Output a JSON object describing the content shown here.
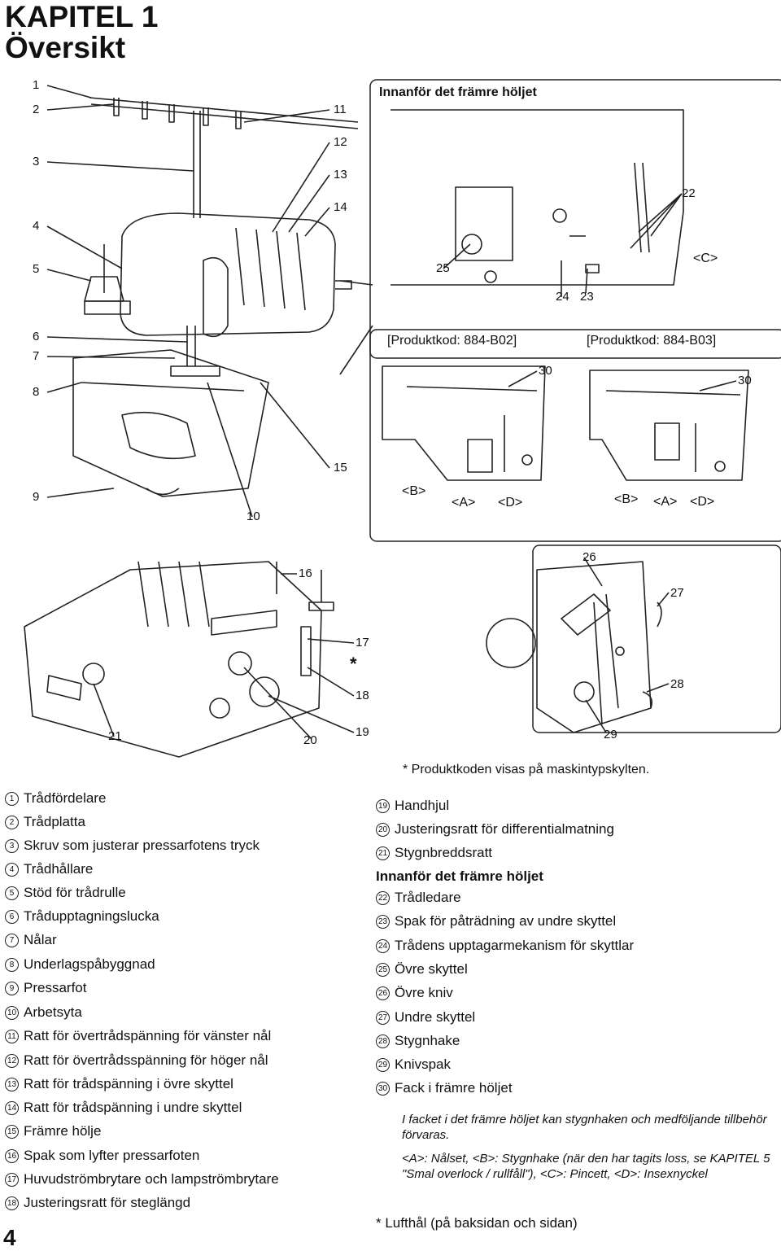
{
  "header": {
    "chapter": "KAPITEL 1",
    "title": "Översikt"
  },
  "page_number": "4",
  "diagram": {
    "callouts_left_column": [
      "1",
      "2",
      "3",
      "4",
      "5",
      "6",
      "7",
      "8",
      "9"
    ],
    "callouts_main": [
      "10",
      "11",
      "12",
      "13",
      "14",
      "15"
    ],
    "callouts_lower": [
      "16",
      "17",
      "18",
      "19",
      "20",
      "21"
    ],
    "asterisk": "*",
    "front_cover_title": "Innanför det främre höljet",
    "front_cover_callouts": [
      "22",
      "23",
      "24",
      "25"
    ],
    "label_c": "<C>",
    "product_b02": "[Produktkod: 884-B02]",
    "product_b03": "[Produktkod: 884-B03]",
    "callout_30": "30",
    "b02_labels": {
      "b": "<B>",
      "a": "<A>",
      "d": "<D>"
    },
    "b03_labels": {
      "b": "<B>",
      "a": "<A>",
      "d": "<D>"
    },
    "knife_callouts": [
      "26",
      "27",
      "28",
      "29"
    ],
    "footnote": "* Produktkoden visas på maskintypskylten."
  },
  "legend_left": [
    {
      "n": "1",
      "text": "Trådfördelare"
    },
    {
      "n": "2",
      "text": "Trådplatta"
    },
    {
      "n": "3",
      "text": "Skruv som justerar pressarfotens tryck"
    },
    {
      "n": "4",
      "text": "Trådhållare"
    },
    {
      "n": "5",
      "text": "Stöd för trådrulle"
    },
    {
      "n": "6",
      "text": "Trådupptagningslucka"
    },
    {
      "n": "7",
      "text": "Nålar"
    },
    {
      "n": "8",
      "text": "Underlagspåbyggnad"
    },
    {
      "n": "9",
      "text": "Pressarfot"
    },
    {
      "n": "10",
      "text": "Arbetsyta"
    },
    {
      "n": "11",
      "text": "Ratt för övertrådspänning för vänster nål"
    },
    {
      "n": "12",
      "text": "Ratt för övertrådsspänning för höger nål"
    },
    {
      "n": "13",
      "text": "Ratt för trådspänning i övre skyttel"
    },
    {
      "n": "14",
      "text": "Ratt för trådspänning i undre skyttel"
    },
    {
      "n": "15",
      "text": "Främre hölje"
    },
    {
      "n": "16",
      "text": "Spak som lyfter pressarfoten"
    },
    {
      "n": "17",
      "text": "Huvudströmbrytare och lampströmbrytare"
    },
    {
      "n": "18",
      "text": "Justeringsratt för steglängd"
    }
  ],
  "legend_right_a": [
    {
      "n": "19",
      "text": "Handhjul"
    },
    {
      "n": "20",
      "text": "Justeringsratt för differentialmatning"
    },
    {
      "n": "21",
      "text": "Stygnbreddsratt"
    }
  ],
  "legend_right_heading": "Innanför det främre höljet",
  "legend_right_b": [
    {
      "n": "22",
      "text": "Trådledare"
    },
    {
      "n": "23",
      "text": "Spak för påträdning av undre skyttel"
    },
    {
      "n": "24",
      "text": "Trådens upptagarmekanism för skyttlar"
    },
    {
      "n": "25",
      "text": "Övre skyttel"
    },
    {
      "n": "26",
      "text": "Övre kniv"
    },
    {
      "n": "27",
      "text": "Undre skyttel"
    },
    {
      "n": "28",
      "text": "Stygnhake"
    },
    {
      "n": "29",
      "text": "Knivspak"
    },
    {
      "n": "30",
      "text": "Fack i främre höljet"
    }
  ],
  "notes": {
    "note1": "I facket i det främre höljet kan stygnhaken och medföljande tillbehör förvaras.",
    "note2": "<A>: Nålset, <B>: Stygnhake (när den har tagits loss, se KAPITEL 5 \"Smal overlock / rullfåll\"), <C>: Pincett, <D>: Insexnyckel",
    "asterisk_note": "*  Lufthål (på baksidan och sidan)"
  }
}
